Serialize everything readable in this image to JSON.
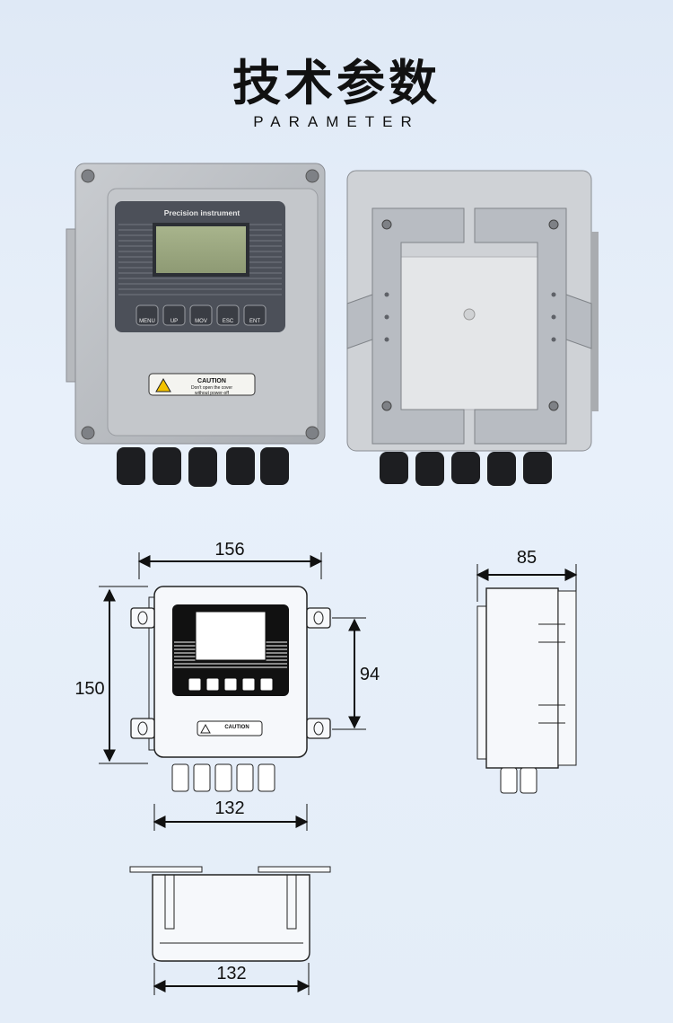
{
  "page": {
    "title": "技术参数",
    "subtitle": "PARAMETER"
  },
  "front_photo": {
    "brand_label": "Precision instrument",
    "keys": [
      "MENU",
      "UP",
      "MOV",
      "ESC",
      "ENT"
    ],
    "caution_title": "CAUTION",
    "caution_line1": "Don't open the cover",
    "caution_line2": "without power-off"
  },
  "front_drawing": {
    "width_label": "156",
    "height_label": "150",
    "mount_label": "94",
    "bottom_label": "132",
    "caution_title": "CAUTION"
  },
  "side_drawing": {
    "depth_label": "85"
  },
  "bottom_drawing": {
    "width_label": "132"
  }
}
